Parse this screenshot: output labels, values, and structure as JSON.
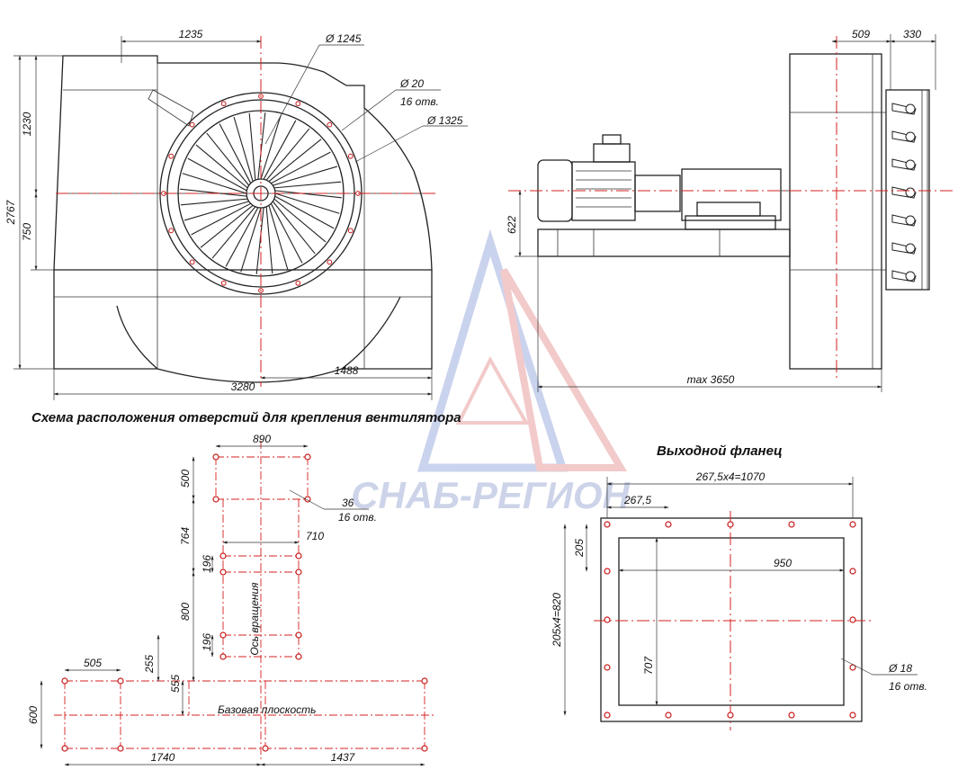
{
  "front_view": {
    "dim_width_top": "1235",
    "dia_1245": "Ø 1245",
    "dia_20": "Ø 20",
    "holes_16": "16 отв.",
    "dia_1325": "Ø 1325",
    "dim_1230": "1230",
    "dim_2767": "2767",
    "dim_750": "750",
    "dim_1488": "1488",
    "dim_3280": "3280"
  },
  "side_view": {
    "dim_509": "509",
    "dim_330": "330",
    "dim_622": "622",
    "dim_max": "max 3650"
  },
  "foundation": {
    "title": "Схема расположения отверстий для крепления вентилятора",
    "dim_890": "890",
    "dim_500": "500",
    "dia_36": "36",
    "holes_16": "16 отв.",
    "dim_764": "764",
    "dim_710": "710",
    "dim_196a": "196",
    "dim_800": "800",
    "axis_label": "Ось вращения",
    "dim_196b": "196",
    "dim_255": "255",
    "dim_505": "505",
    "dim_555": "555",
    "dim_600": "600",
    "base_label": "Базовая плоскость",
    "dim_1740": "1740",
    "dim_1437": "1437"
  },
  "flange": {
    "title": "Выходной фланец",
    "dim_total": "267,5x4=1070",
    "dim_step": "267,5",
    "dim_205": "205",
    "dim_950": "950",
    "dim_vert": "205x4=820",
    "dim_707": "707",
    "dia_18": "Ø 18",
    "holes_16": "16 отв."
  },
  "watermark": {
    "text": "СНАБ-РЕГИОН",
    "colors": {
      "red": "#e03030",
      "blue": "#4a63b8"
    }
  }
}
